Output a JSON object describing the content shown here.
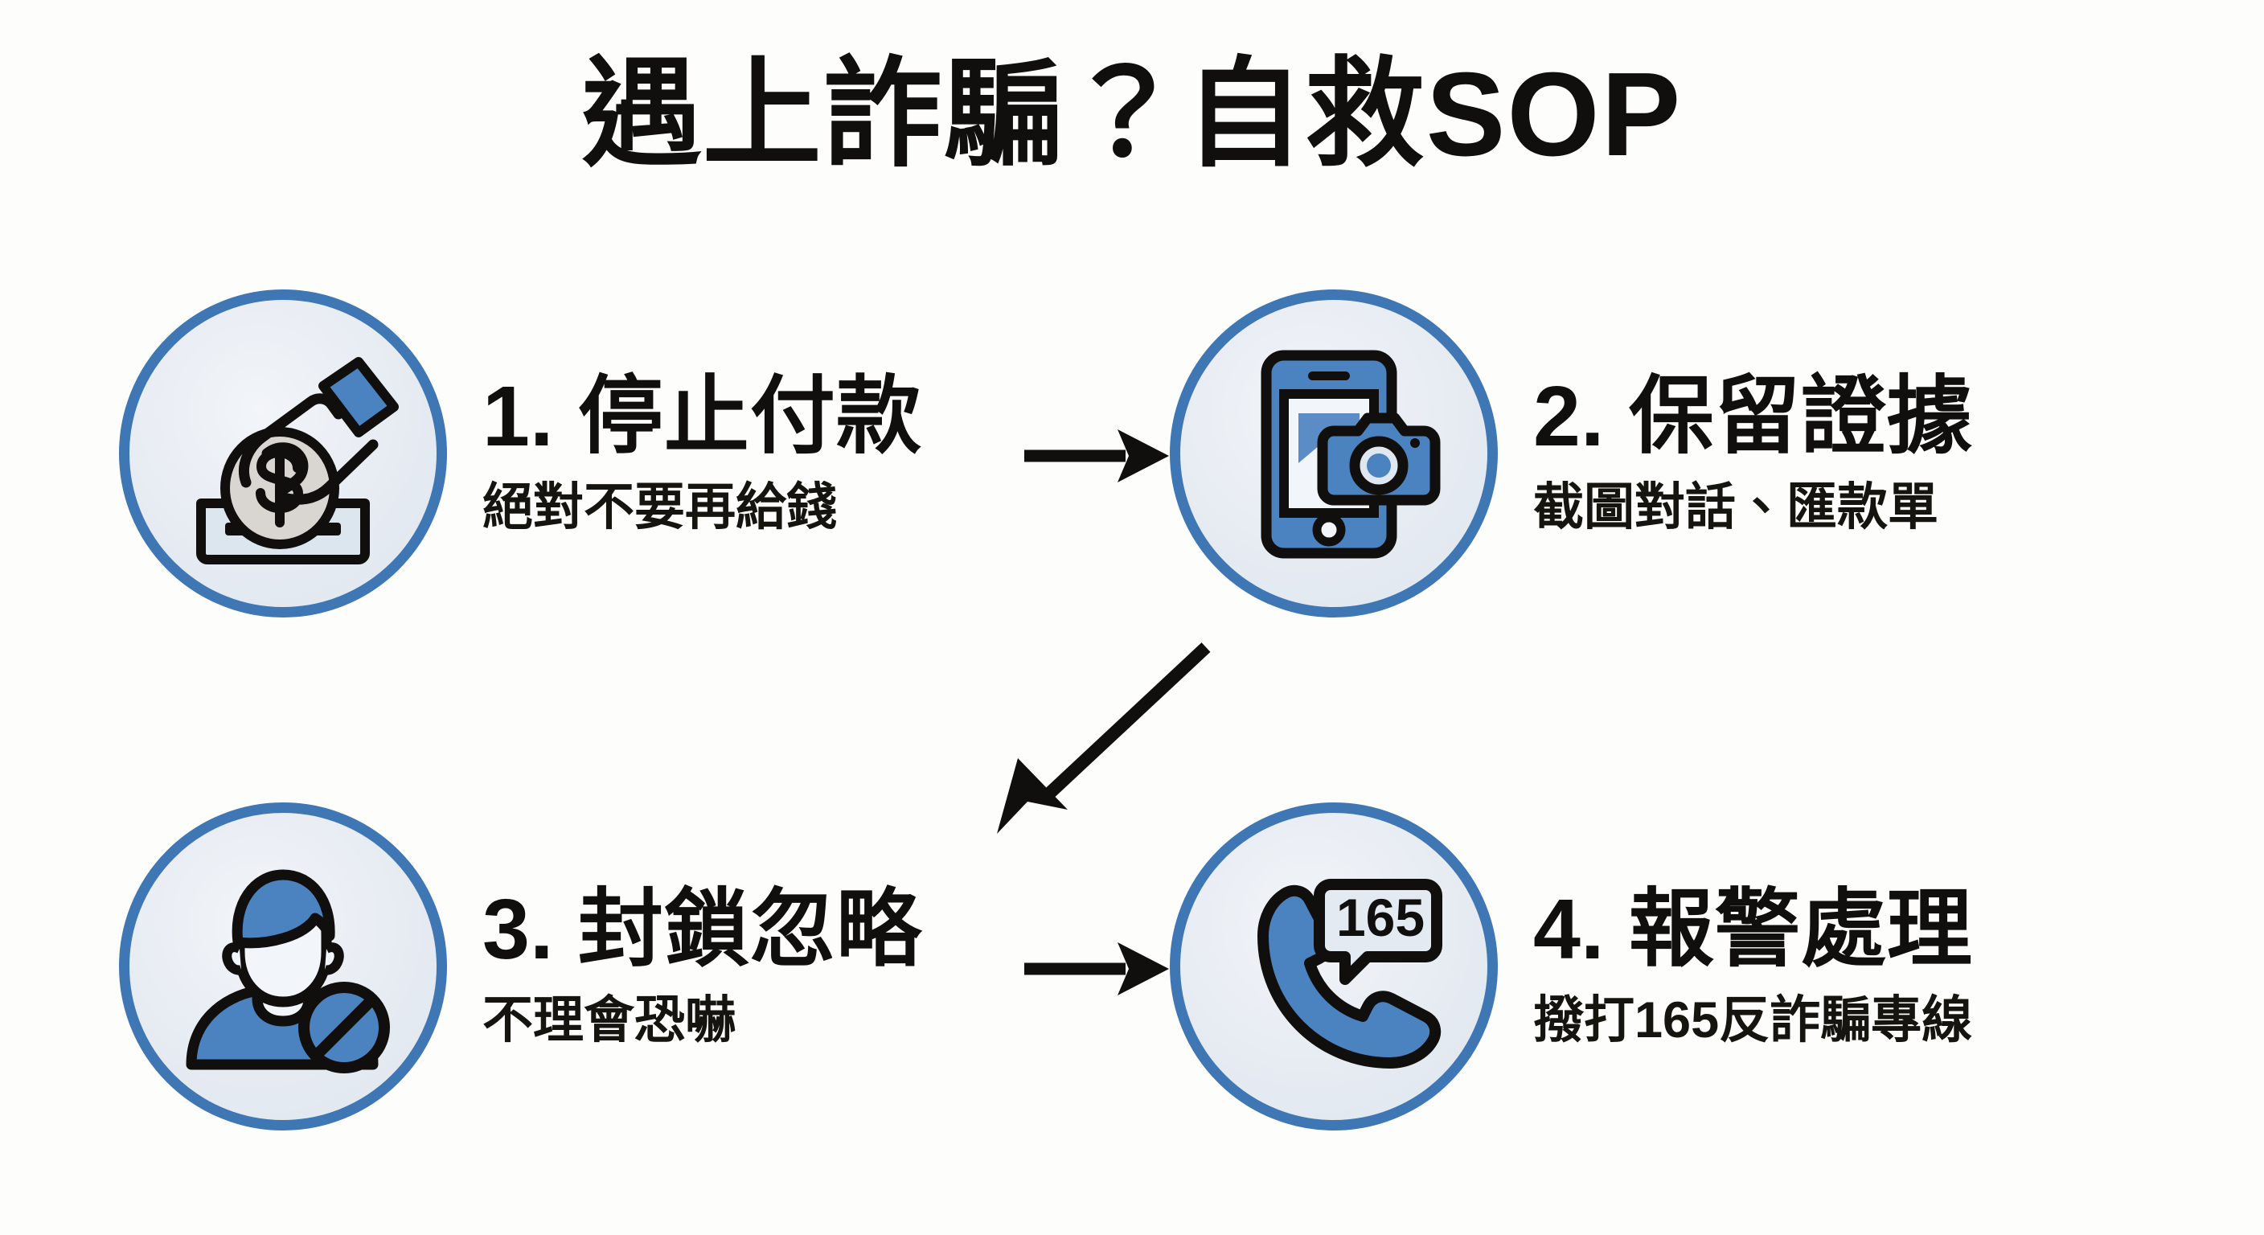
{
  "title": "遇上詐騙？自救SOP",
  "accent_blue": "#3f76b4",
  "icon_blue": "#4a83c0",
  "text_black": "#100f0d",
  "background": "#fdfdfb",
  "steps": [
    {
      "number": "1.",
      "heading": "停止付款",
      "subtitle": "絕對不要再給錢",
      "icon": "hand-dropping-coin-icon"
    },
    {
      "number": "2.",
      "heading": "保留證據",
      "subtitle": "截圖對話、匯款單",
      "icon": "phone-screenshot-camera-icon"
    },
    {
      "number": "3.",
      "heading": "封鎖忽略",
      "subtitle": "不理會恐嚇",
      "icon": "person-blocked-icon"
    },
    {
      "number": "4.",
      "heading": "報警處理",
      "subtitle": "撥打165反詐騙專線",
      "icon": "phone-call-165-icon"
    }
  ],
  "icon_labels": {
    "coin_symbol": "$",
    "hotline_number": "165"
  },
  "connectors": [
    {
      "name": "arrow-step1-to-step2",
      "direction": "right"
    },
    {
      "name": "arrow-step2-to-step3",
      "direction": "down-left"
    },
    {
      "name": "arrow-step3-to-step4",
      "direction": "right"
    }
  ]
}
